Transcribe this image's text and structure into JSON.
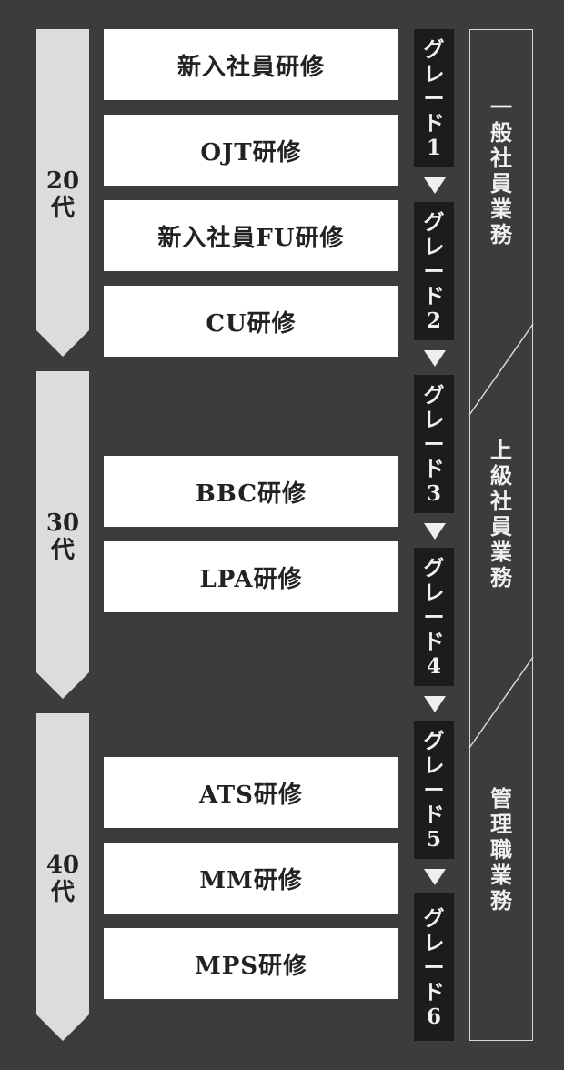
{
  "age_groups": [
    {
      "label": "20\n代"
    },
    {
      "label": "30\n代"
    },
    {
      "label": "40\n代"
    }
  ],
  "trainings": [
    {
      "label": "新入社員研修"
    },
    {
      "label": "OJT研修"
    },
    {
      "label": "新入社員FU研修"
    },
    {
      "label": "CU研修"
    },
    {
      "label": "BBC研修"
    },
    {
      "label": "LPA研修"
    },
    {
      "label": "ATS研修"
    },
    {
      "label": "MM研修"
    },
    {
      "label": "MPS研修"
    }
  ],
  "grades": [
    {
      "label": "グレード1"
    },
    {
      "label": "グレード2"
    },
    {
      "label": "グレード3"
    },
    {
      "label": "グレード4"
    },
    {
      "label": "グレード5"
    },
    {
      "label": "グレード6"
    }
  ],
  "roles": [
    {
      "label": "一般社員業務"
    },
    {
      "label": "上級社員業務"
    },
    {
      "label": "管理職業務"
    }
  ],
  "colors": {
    "background": "#3c3c3c",
    "age_arrow": "#dcdcdc",
    "training_box": "#ffffff",
    "grade_box": "#1c1c1c",
    "grade_text": "#f0f0f0",
    "role_border": "#d8d8d8"
  }
}
